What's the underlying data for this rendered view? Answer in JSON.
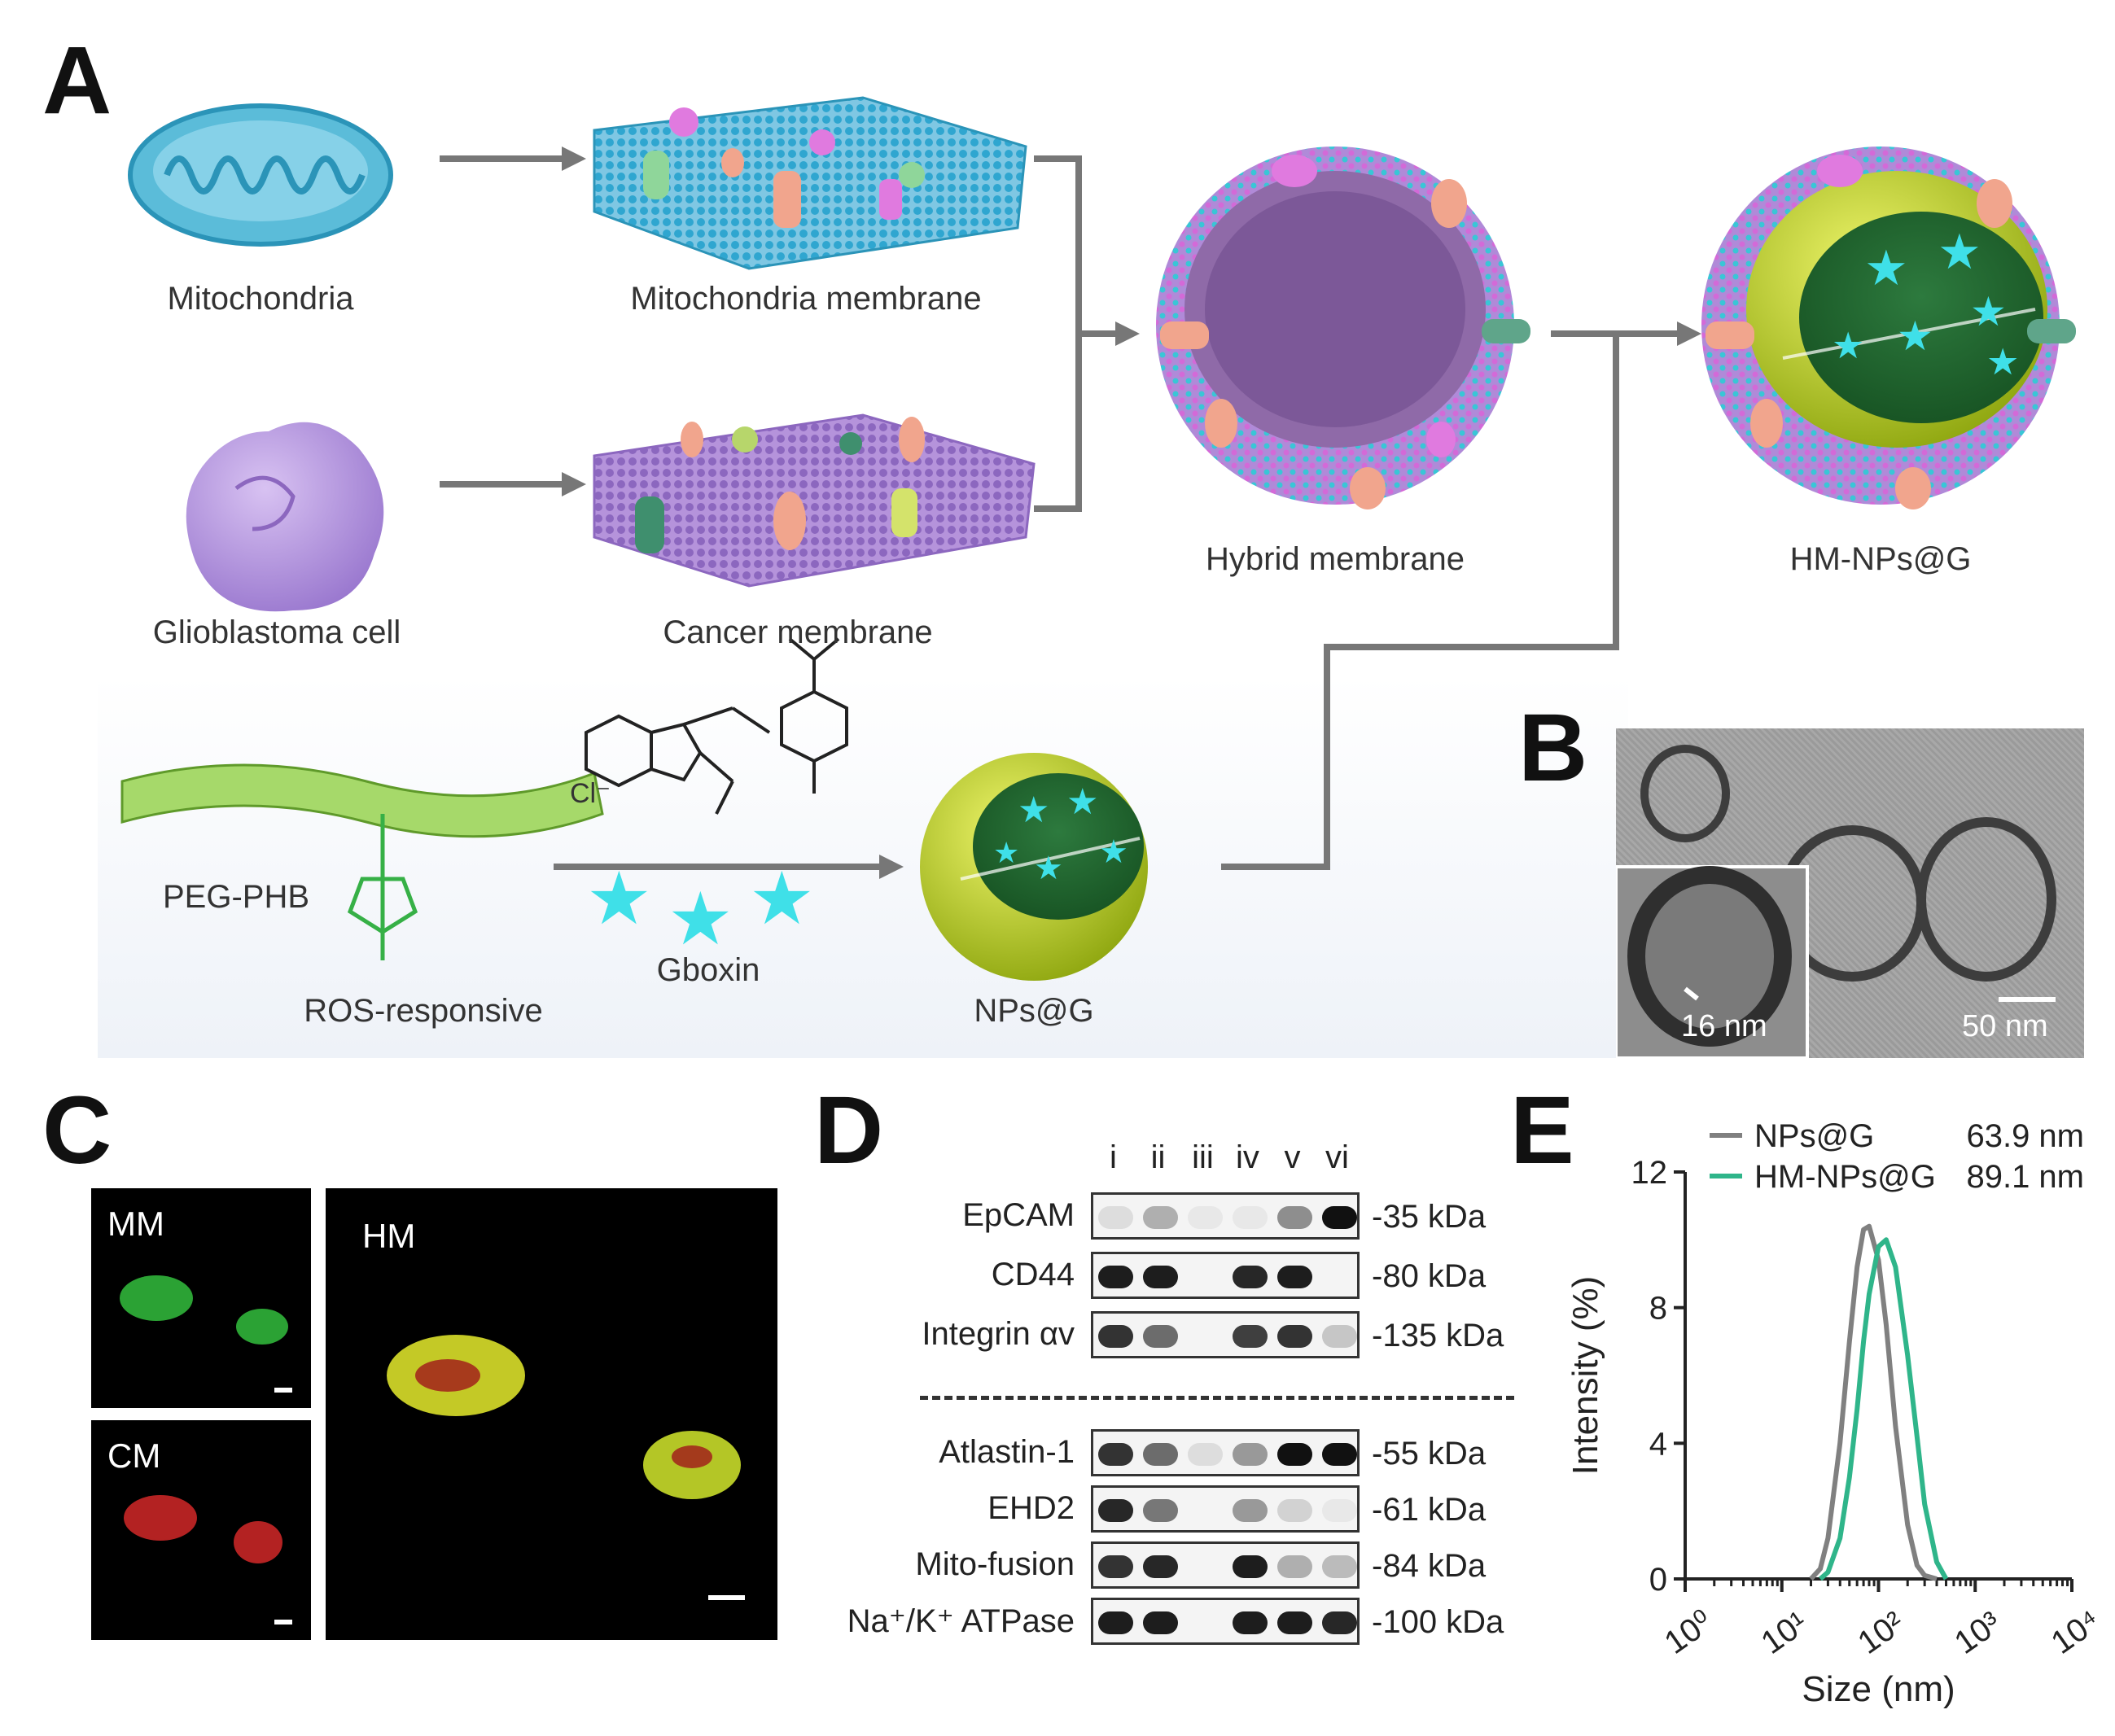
{
  "panels": {
    "A": "A",
    "B": "B",
    "C": "C",
    "D": "D",
    "E": "E"
  },
  "panelA": {
    "mitochondria": "Mitochondria",
    "mito_membrane": "Mitochondria membrane",
    "glioblastoma": "Glioblastoma cell",
    "cancer_membrane": "Cancer membrane",
    "hybrid": "Hybrid membrane",
    "hm_nps": "HM-NPs@G",
    "peg": "PEG-PHB",
    "ros": "ROS-responsive",
    "gboxin": "Gboxin",
    "nps": "NPs@G",
    "chloride": "Cl⁻"
  },
  "panelB": {
    "scale_inset": "16 nm",
    "scale_main": "50 nm"
  },
  "panelC": {
    "mm": "MM",
    "cm": "CM",
    "hm": "HM"
  },
  "panelD": {
    "lanes": [
      "i",
      "ii",
      "iii",
      "iv",
      "v",
      "vi"
    ],
    "rows": [
      {
        "name": "EpCAM",
        "kda": "-35 kDa",
        "bands": [
          0.1,
          0.3,
          0.05,
          0.05,
          0.45,
          1.0
        ]
      },
      {
        "name": "CD44",
        "kda": "-80 kDa",
        "bands": [
          0.95,
          0.95,
          0,
          0.9,
          0.95,
          0
        ]
      },
      {
        "name": "Integrin αv",
        "kda": "-135 kDa",
        "bands": [
          0.85,
          0.6,
          0,
          0.8,
          0.85,
          0.2
        ]
      },
      {
        "name": "Atlastin-1",
        "kda": "-55 kDa",
        "bands": [
          0.85,
          0.6,
          0.1,
          0.4,
          1.0,
          1.0
        ]
      },
      {
        "name": "EHD2",
        "kda": "-61 kDa",
        "bands": [
          0.9,
          0.55,
          0,
          0.4,
          0.15,
          0.05
        ]
      },
      {
        "name": "Mito-fusion",
        "kda": "-84 kDa",
        "bands": [
          0.85,
          0.9,
          0,
          0.95,
          0.3,
          0.25
        ]
      },
      {
        "name": "Na⁺/K⁺ ATPase",
        "kda": "-100 kDa",
        "bands": [
          0.95,
          0.95,
          0,
          0.95,
          0.95,
          0.9
        ]
      }
    ]
  },
  "chart_data": {
    "type": "line",
    "xlabel": "Size (nm)",
    "ylabel": "Intensity (%)",
    "xscale": "log",
    "xlim": [
      1,
      10000
    ],
    "ylim": [
      0,
      12
    ],
    "xticks": [
      "10⁰",
      "10¹",
      "10²",
      "10³",
      "10⁴"
    ],
    "yticks": [
      "0",
      "4",
      "8",
      "12"
    ],
    "legend_placement": "top",
    "series": [
      {
        "name": "NPs@G",
        "size_label": "63.9 nm",
        "color": "#808080",
        "x": [
          20,
          25,
          30,
          40,
          50,
          60,
          70,
          80,
          100,
          120,
          150,
          200,
          250,
          300,
          400
        ],
        "y": [
          0,
          0.3,
          1.2,
          4.0,
          7.0,
          9.2,
          10.3,
          10.4,
          9.4,
          7.5,
          4.5,
          1.6,
          0.4,
          0.1,
          0
        ]
      },
      {
        "name": "HM-NPs@G",
        "size_label": "89.1 nm",
        "color": "#2fb58a",
        "x": [
          25,
          30,
          40,
          50,
          60,
          70,
          80,
          100,
          120,
          150,
          200,
          250,
          300,
          400,
          500
        ],
        "y": [
          0,
          0.2,
          1.2,
          3.0,
          5.0,
          7.0,
          8.4,
          9.8,
          10.0,
          9.2,
          6.6,
          4.2,
          2.2,
          0.5,
          0
        ]
      }
    ]
  }
}
